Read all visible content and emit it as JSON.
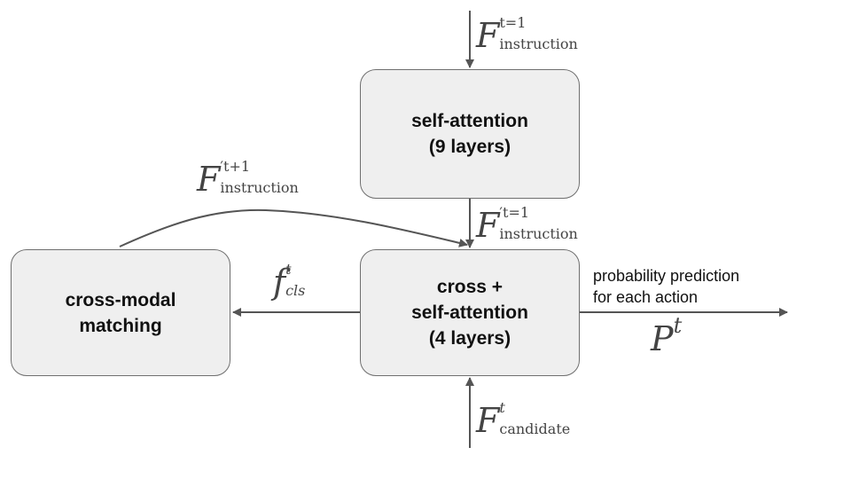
{
  "boxes": {
    "self_attention": {
      "line1": "self-attention",
      "line2": "(9 layers)"
    },
    "cross_self_attention": {
      "line1": "cross +",
      "line2": "self-attention",
      "line3": "(4 layers)"
    },
    "cross_modal_matching": {
      "line1": "cross-modal",
      "line2": "matching"
    }
  },
  "labels": {
    "f_instruction_t1": {
      "base": "F",
      "sup": "t=1",
      "sub": "instruction"
    },
    "f_prime_instruction_t1": {
      "base": "F",
      "sup": "′t=1",
      "sub": "instruction"
    },
    "f_prime_instruction_t_plus_1": {
      "base": "F",
      "sup": "′t+1",
      "sub": "instruction"
    },
    "f_cls": {
      "base": "f",
      "sup": "t",
      "sub": "cls"
    },
    "f_candidate": {
      "base": "F",
      "sup": "t",
      "sub": "candidate"
    },
    "p_t": {
      "base": "P",
      "sup": "t"
    },
    "probability_line1": "probability prediction",
    "probability_line2": "for each action"
  },
  "colors": {
    "box_fill": "#efefef",
    "box_border": "#6f6f6f",
    "arrow": "#555555",
    "math_text": "#444444"
  }
}
